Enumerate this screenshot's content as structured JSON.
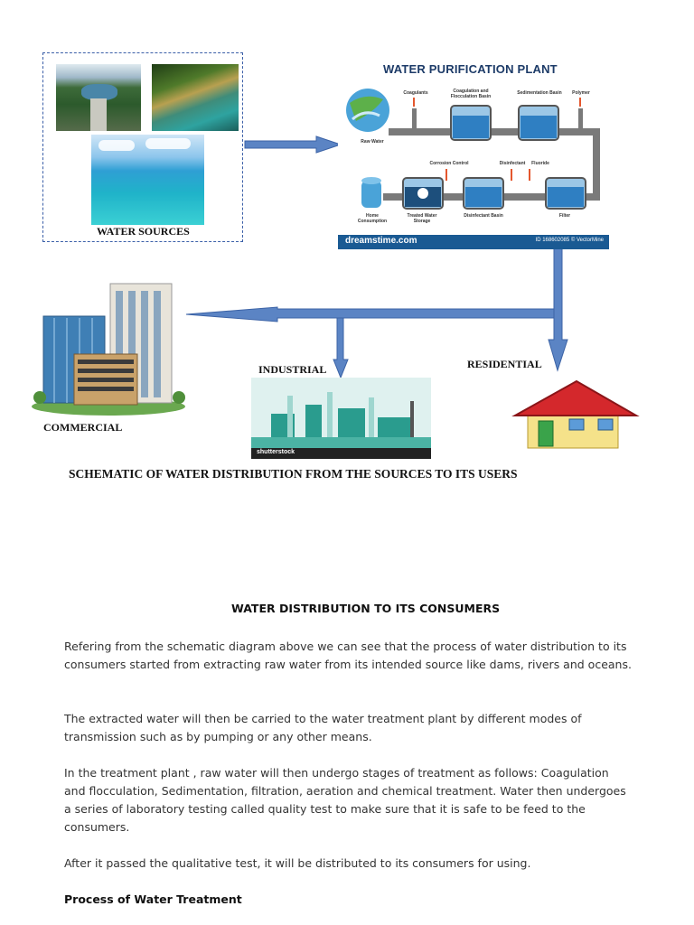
{
  "diagram": {
    "water_sources_label": "WATER SOURCES",
    "plant_title": "WATER PURIFICATION PLANT",
    "plant_labels": {
      "raw_water": "Raw Water",
      "coagulants": "Coagulants",
      "coagulation_basin": "Coagulation and Flocculation Basin",
      "sedimentation_basin": "Sedimentation Basin",
      "polymer": "Polymer",
      "corrosion_control": "Corrosion Control",
      "disinfectant": "Disinfectant",
      "fluoride": "Fluoride",
      "home_consumption": "Home Consumption",
      "treated_water_storage": "Treated Water Storage",
      "disinfectant_basin": "Disinfectant Basin",
      "filter": "Filter"
    },
    "plant_watermark": "dreamstime.com",
    "plant_credit": "ID 168602085 © VectorMine",
    "industrial_label": "INDUSTRIAL",
    "residential_label": "RESIDENTIAL",
    "commercial_label": "COMMERCIAL",
    "industrial_watermark": "shutterstock",
    "caption": "SCHEMATIC OF WATER DISTRIBUTION FROM THE SOURCES TO ITS USERS"
  },
  "article": {
    "title": "WATER DISTRIBUTION TO ITS CONSUMERS",
    "paragraphs": [
      "Refering from the schematic diagram above we can see that the process of water distribution to its consumers started from extracting raw water from its intended source like dams, rivers and oceans.",
      "The extracted water will then be carried to the water treatment plant by different modes of transmission such as by pumping or any other means.",
      "In the treatment plant , raw water will then undergo stages of treatment as follows: Coagulation and flocculation, Sedimentation, filtration, aeration and chemical treatment. Water then undergoes a series of laboratory testing called quality test to make sure that it is safe to be feed to the consumers.",
      "After it passed the qualitative test, it will be distributed to its consumers for using."
    ],
    "subheading": "Process of Water Treatment"
  },
  "colors": {
    "arrow": "#5b84c4",
    "arrow_stroke": "#3c63a6",
    "plant_title": "#1d3b68",
    "footer": "#1a5a93"
  }
}
